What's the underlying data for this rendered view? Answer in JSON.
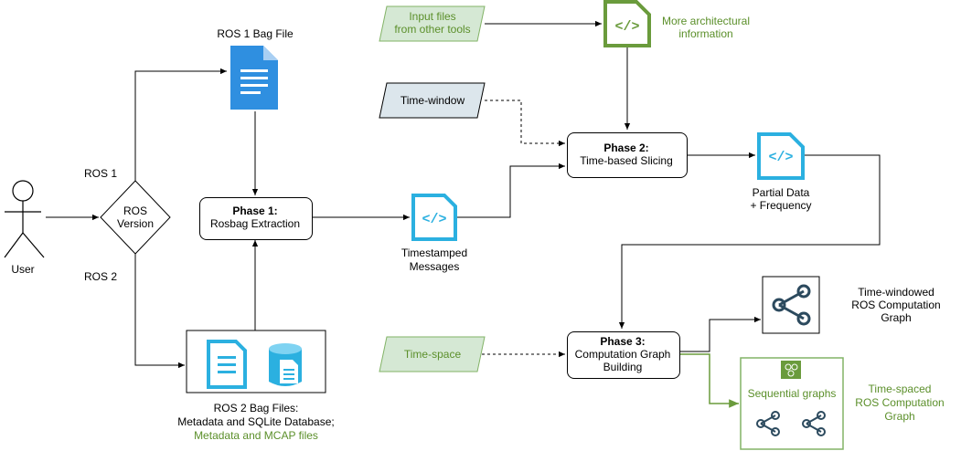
{
  "actor": {
    "label": "User"
  },
  "decision": {
    "label_line1": "ROS",
    "label_line2": "Version",
    "branch_top": "ROS 1",
    "branch_bottom": "ROS 2"
  },
  "ros1_bag": {
    "label": "ROS 1 Bag File"
  },
  "ros2_bag": {
    "label_line1": "ROS 2 Bag Files:",
    "label_line2": "Metadata and SQLite Database;",
    "label_line3": "Metadata and MCAP files"
  },
  "phase1": {
    "title": "Phase 1:",
    "subtitle": "Rosbag Extraction"
  },
  "phase2": {
    "title": "Phase 2:",
    "subtitle": "Time-based Slicing"
  },
  "phase3": {
    "title": "Phase 3:",
    "subtitle_line1": "Computation Graph",
    "subtitle_line2": "Building"
  },
  "timestamped": {
    "line1": "Timestamped",
    "line2": "Messages"
  },
  "partial": {
    "line1": "Partial Data",
    "line2": "+ Frequency"
  },
  "input_files": {
    "line1": "Input files",
    "line2": "from other tools"
  },
  "architecture": {
    "line1": "More architectural",
    "line2": "information"
  },
  "time_window": {
    "label": "Time-window"
  },
  "time_space": {
    "label": "Time-space"
  },
  "windowed_graph": {
    "line1": "Time-windowed",
    "line2": "ROS Computation",
    "line3": "Graph"
  },
  "sequential": {
    "label": "Sequential graphs"
  },
  "spaced_graph": {
    "line1": "Time-spaced",
    "line2": "ROS Computation",
    "line3": "Graph"
  },
  "colors": {
    "green": "#6a9b3c",
    "blue": "#2bb0e0",
    "doc_blue": "#2f8fe0",
    "parallelogram_fill": "#dce6ec",
    "green_fill": "#d5e8d4"
  }
}
